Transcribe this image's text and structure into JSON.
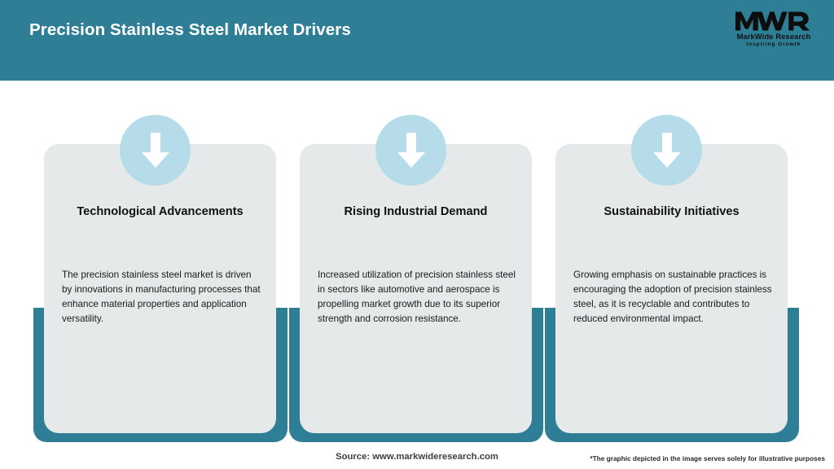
{
  "header": {
    "title": "Precision Stainless Steel Market Drivers",
    "background_color": "#2e7f96",
    "title_color": "#ffffff",
    "logo": {
      "mark": "MWR",
      "name": "MarkWide Research",
      "tagline": "Inspiring Growth"
    }
  },
  "theme": {
    "accent_color": "#2e7f96",
    "card_background": "#e5e9ea",
    "circle_color": "#b6dbe9",
    "arrow_color": "#ffffff"
  },
  "cards": [
    {
      "icon": "arrow-down-icon",
      "title": "Technological Advancements",
      "body": "The precision stainless steel market is driven by innovations in manufacturing processes that enhance material properties and application versatility."
    },
    {
      "icon": "arrow-down-icon",
      "title": "Rising Industrial Demand",
      "body": "Increased utilization of precision stainless steel in sectors like automotive and aerospace is propelling market growth due to its superior strength and corrosion resistance."
    },
    {
      "icon": "arrow-down-icon",
      "title": "Sustainability Initiatives",
      "body": "Growing emphasis on sustainable practices is encouraging the adoption of precision stainless steel, as it is recyclable and contributes to reduced environmental impact."
    }
  ],
  "footer": {
    "source": "Source: www.markwideresearch.com",
    "disclaimer": "*The graphic depicted in the image serves solely for illustrative purposes"
  }
}
